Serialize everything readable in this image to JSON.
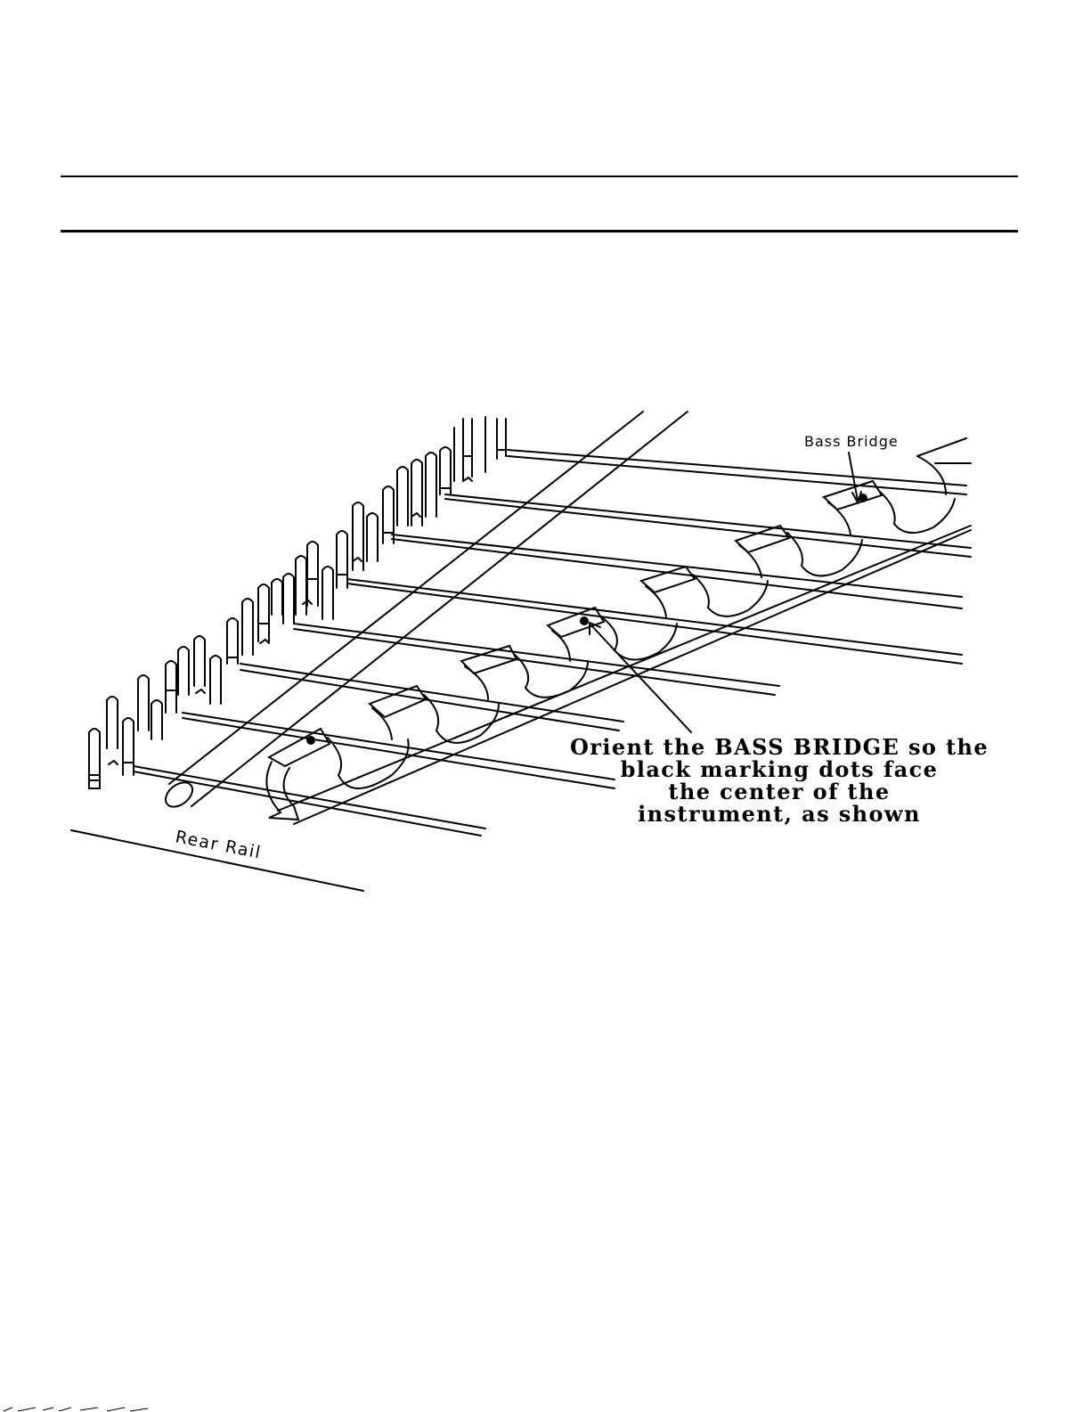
{
  "labels": {
    "bass_bridge": "Bass Bridge",
    "rear_rail": "Rear Rail"
  },
  "caption": {
    "line1": "Orient the BASS BRIDGE so the",
    "line2": "black marking dots face",
    "line3": "the center of the",
    "line4": "instrument, as shown"
  }
}
